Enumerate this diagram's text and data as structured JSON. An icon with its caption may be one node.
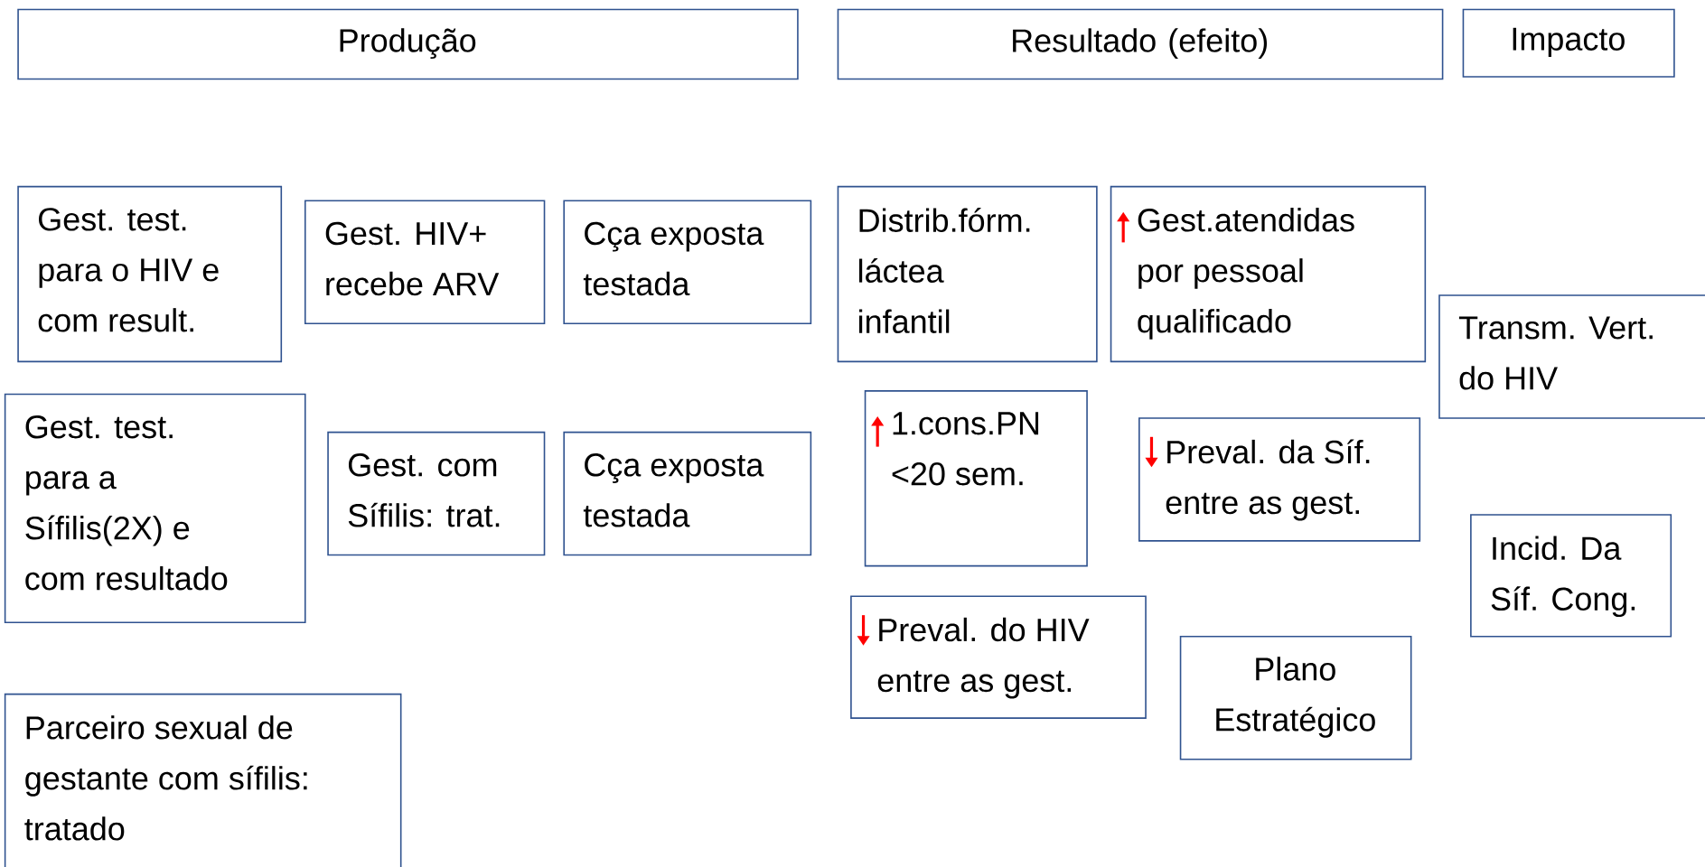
{
  "diagram": {
    "nodes": [
      {
        "text": [
          "Produção"
        ]
      },
      {
        "text": [
          "Resultado (efeito)"
        ]
      },
      {
        "text": [
          "Impacto"
        ]
      },
      {
        "text": [
          "Gest. test. para o HIV e com result."
        ]
      },
      {
        "text": [
          "Gest. HIV+ recebe ARV"
        ]
      },
      {
        "text": [
          "Cça exposta testada"
        ]
      },
      {
        "text": [
          "Distrib.fórm. láctea infantil"
        ]
      },
      {
        "text": [
          "Gest.atendidas por pessoal qualificado"
        ]
      },
      {
        "text": [
          "Transm. Vert. do HIV"
        ]
      },
      {
        "text": [
          "Gest. test. para a Sífilis(2X) e com resultado"
        ]
      },
      {
        "text": [
          "Gest. com Sífilis: trat."
        ]
      },
      {
        "text": [
          "Cça exposta testada"
        ]
      },
      {
        "text": [
          "1.cons.PN <20 sem."
        ]
      },
      {
        "text": [
          "Preval. da Síf. entre as gest."
        ]
      },
      {
        "text": [
          "Incid. Da Síf. Cong."
        ]
      },
      {
        "text": [
          "Preval. do HIV entre as gest."
        ]
      },
      {
        "text": [
          "Plano Estratégico"
        ]
      },
      {
        "text": [
          "Parceiro sexual de gestante com sífilis: tratado"
        ]
      }
    ]
  }
}
